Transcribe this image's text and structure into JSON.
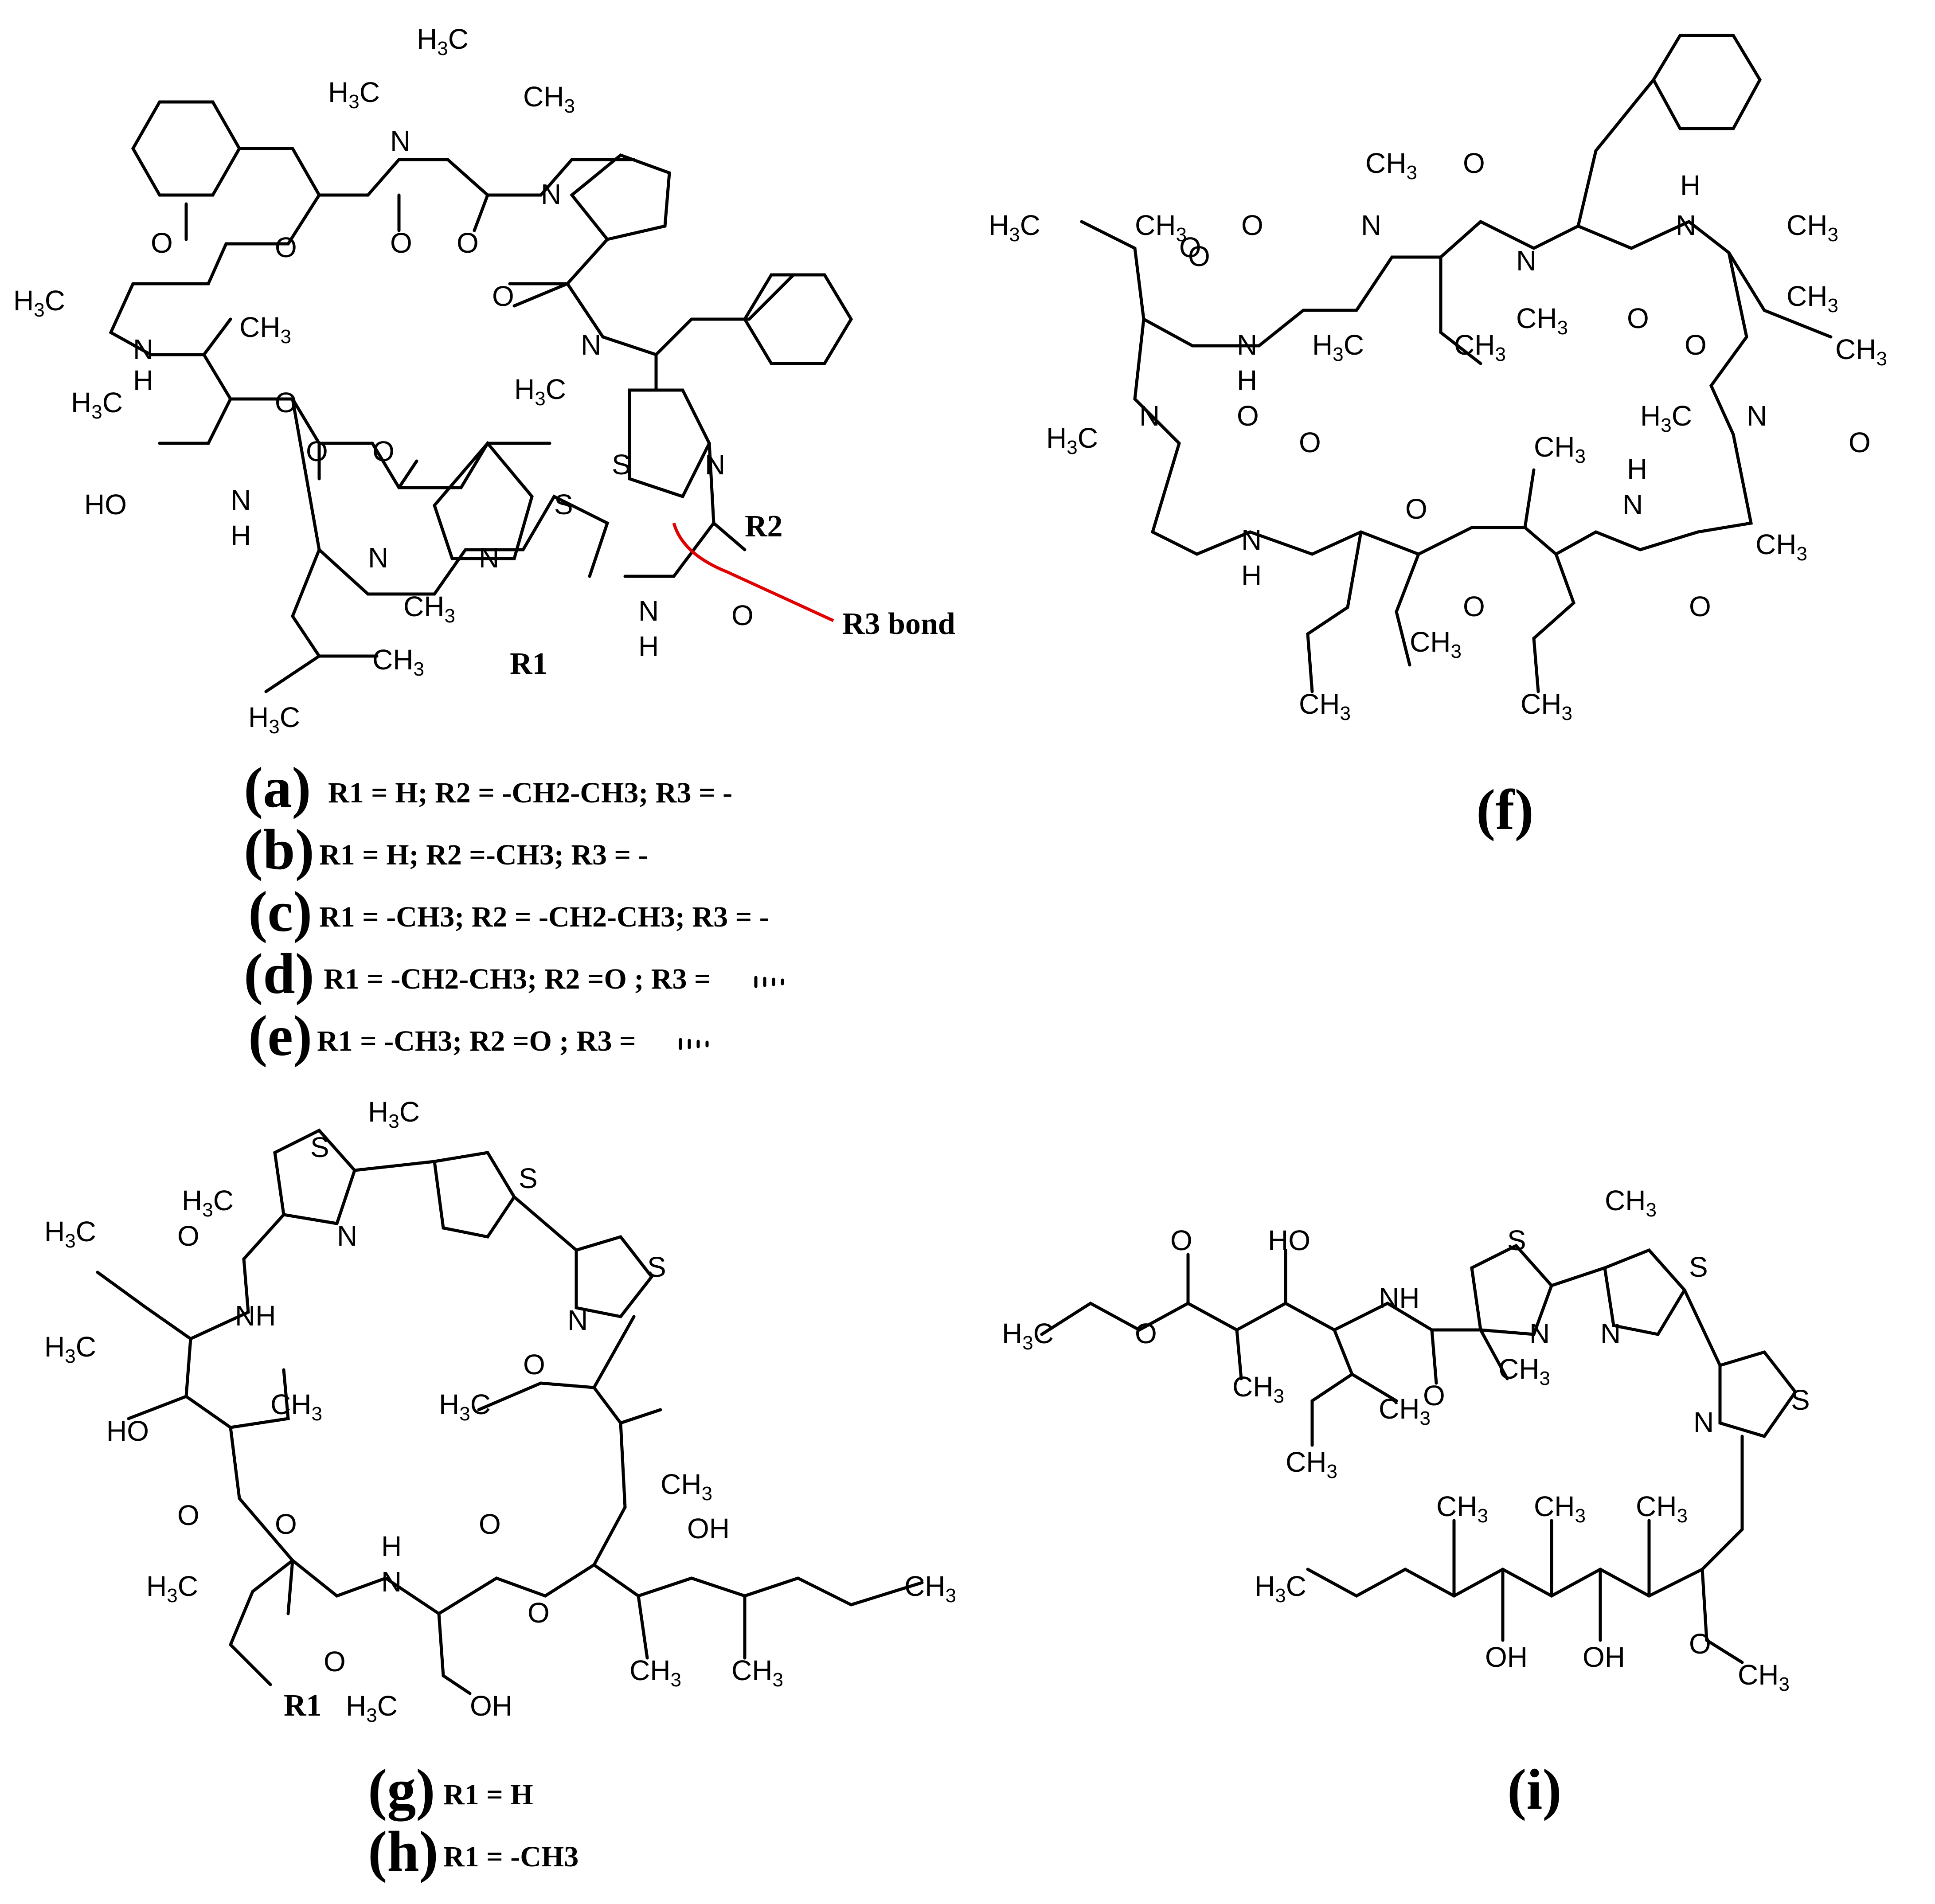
{
  "structures": {
    "a_e": {
      "tag_a": "(a)",
      "legend_a": "R1 = H; R2 = -CH2-CH3; R3 = -",
      "tag_b": "(b)",
      "legend_b": "R1 = H; R2 =-CH3; R3 = -",
      "tag_c": "(c)",
      "legend_c": "R1 = -CH3; R2 = -CH2-CH3; R3 = -",
      "tag_d": "(d)",
      "legend_d": "R1 = -CH2-CH3; R2 =O ; R3 =",
      "tag_e": "(e)",
      "legend_e": "R1 = -CH3; R2 =O ; R3 =",
      "r1_label": "R1",
      "r2_label": "R2",
      "r3_label": "R3 bond"
    },
    "f": {
      "tag": "(f)"
    },
    "g_h": {
      "tag_g": "(g)",
      "legend_g": "R1 = H",
      "tag_h": "(h)",
      "legend_h": "R1 = -CH3",
      "r1_label": "R1"
    },
    "i": {
      "tag": "(i)"
    }
  },
  "atoms": {
    "methyl": "H3C",
    "methyl_r": "CH3",
    "n": "N",
    "nh": "NH",
    "h": "H",
    "o": "O",
    "s": "S",
    "oh": "OH",
    "ho": "HO"
  }
}
